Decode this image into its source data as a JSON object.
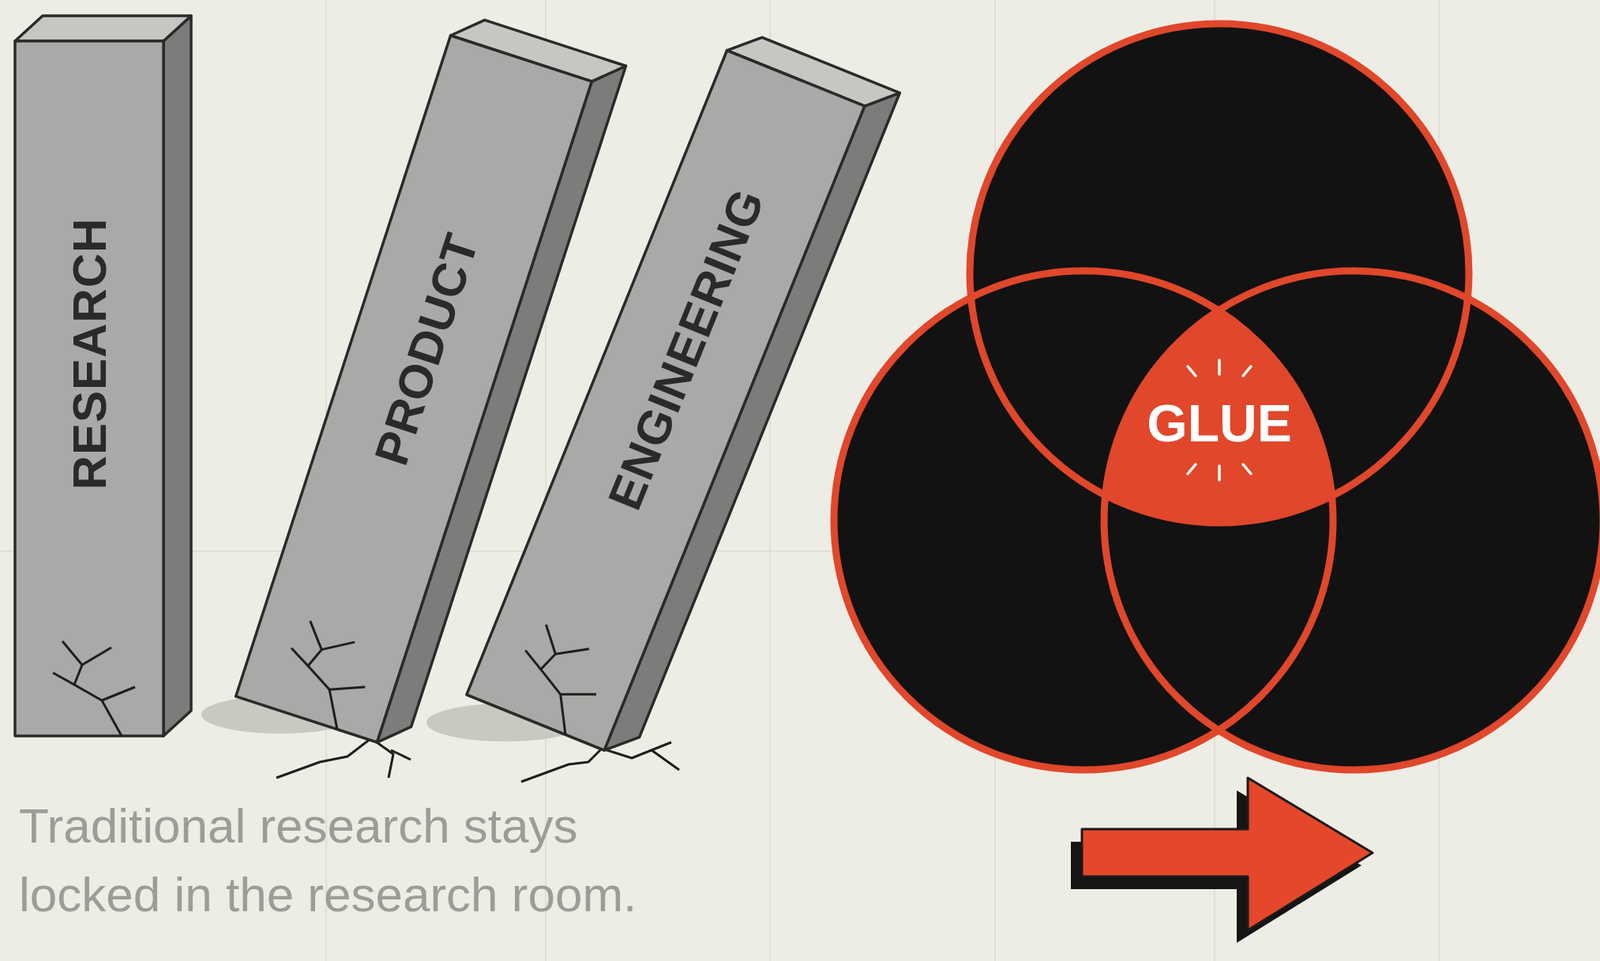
{
  "diagram": {
    "caption": "Traditional research stays locked in the research room.",
    "nodes": [
      {
        "text": [
          "RESEARCH"
        ]
      },
      {
        "text": [
          "PRODUCT"
        ]
      },
      {
        "text": [
          "ENGINEERING"
        ]
      },
      {
        "text": [
          "GLUE"
        ]
      }
    ]
  }
}
